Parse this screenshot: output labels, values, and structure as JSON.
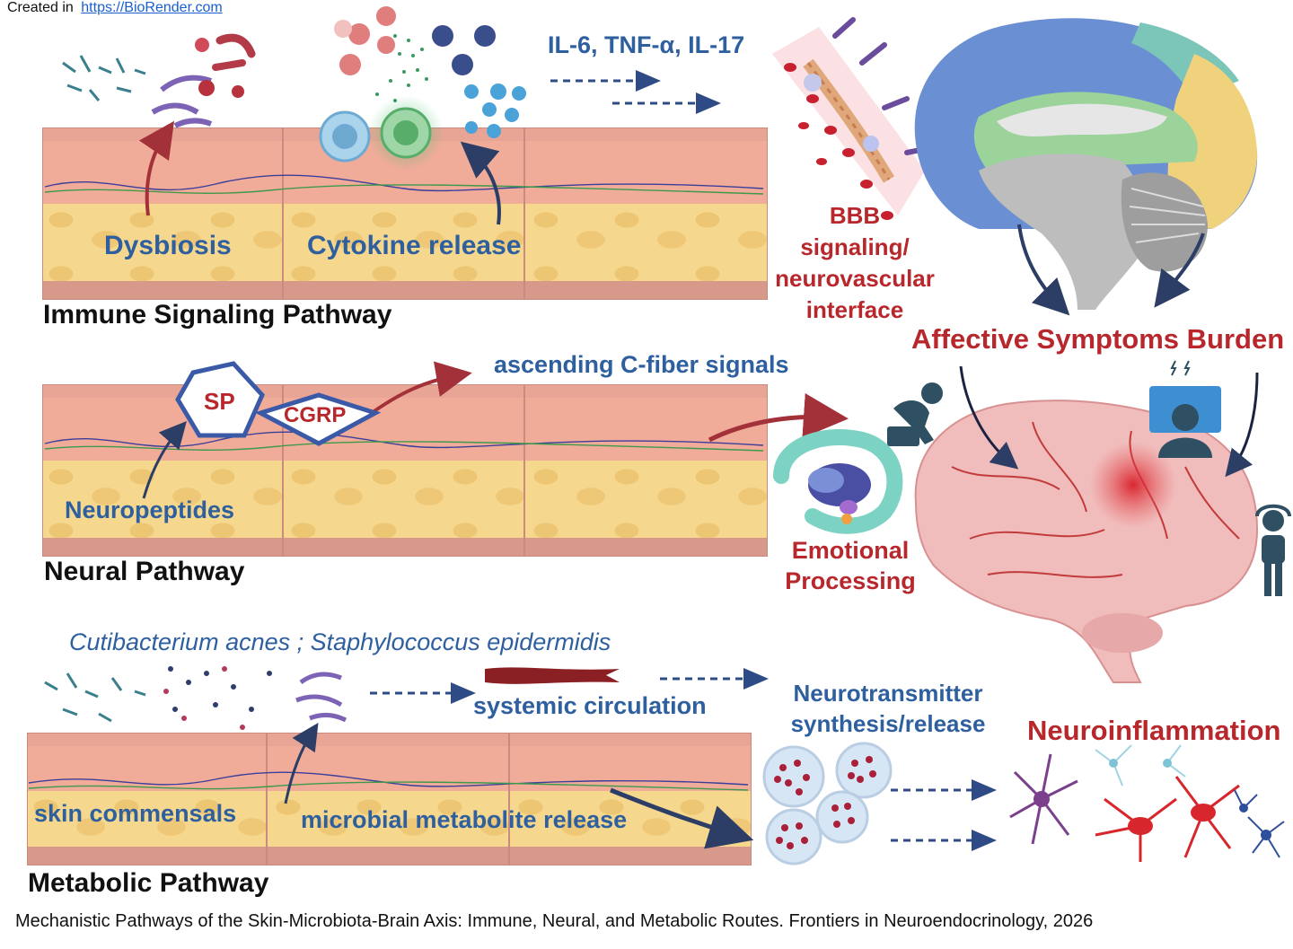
{
  "credit": {
    "prefix": "Created in",
    "link": "https://BioRender.com"
  },
  "immune": {
    "title": "Immune Signaling Pathway",
    "dysbiosis": "Dysbiosis",
    "cytokine_release": "Cytokine release",
    "cytokines": "IL-6, TNF-α, IL-17",
    "bbb_lines": [
      "BBB",
      "signaling/",
      "neurovascular",
      "interface"
    ]
  },
  "neural": {
    "title": "Neural Pathway",
    "sp": "SP",
    "cgrp": "CGRP",
    "ascending": "ascending C-fiber signals",
    "neuropeptides": "Neuropeptides",
    "emotional_lines": [
      "Emotional",
      "Processing"
    ]
  },
  "metabolic": {
    "title": "Metabolic Pathway",
    "species": "Cutibacterium acnes ; Staphylococcus epidermidis",
    "systemic": "systemic circulation",
    "neurotransmitter_lines": [
      "Neurotransmitter",
      "synthesis/release"
    ],
    "skin_commensals": "skin commensals",
    "metabolite_release": "microbial metabolite release",
    "neuroinflammation": "Neuroinflammation"
  },
  "affective": {
    "title": "Affective Symptoms Burden"
  },
  "caption": "Mechanistic Pathways of the Skin-Microbiota-Brain Axis: Immune, Neural, and Metabolic Routes. Frontiers in Neuroendocrinology, 2026",
  "colors": {
    "blue_text": "#2e5f9e",
    "red_text": "#b7272c",
    "arrow_navy": "#2c3e66",
    "arrow_red": "#a3313a",
    "brain_blue": "#6a8fd3",
    "brain_teal": "#7cc5b9",
    "brain_yellow": "#f0d27c",
    "brain_pink": "#f1bcbc"
  },
  "icons": [
    "bacteria-icon",
    "immune-cell-icon",
    "cytokine-icon",
    "blood-vessel-icon",
    "brain-icon",
    "hippocampus-icon",
    "person-distress-icon",
    "person-headache-icon",
    "vesicle-icon",
    "microglia-icon"
  ]
}
